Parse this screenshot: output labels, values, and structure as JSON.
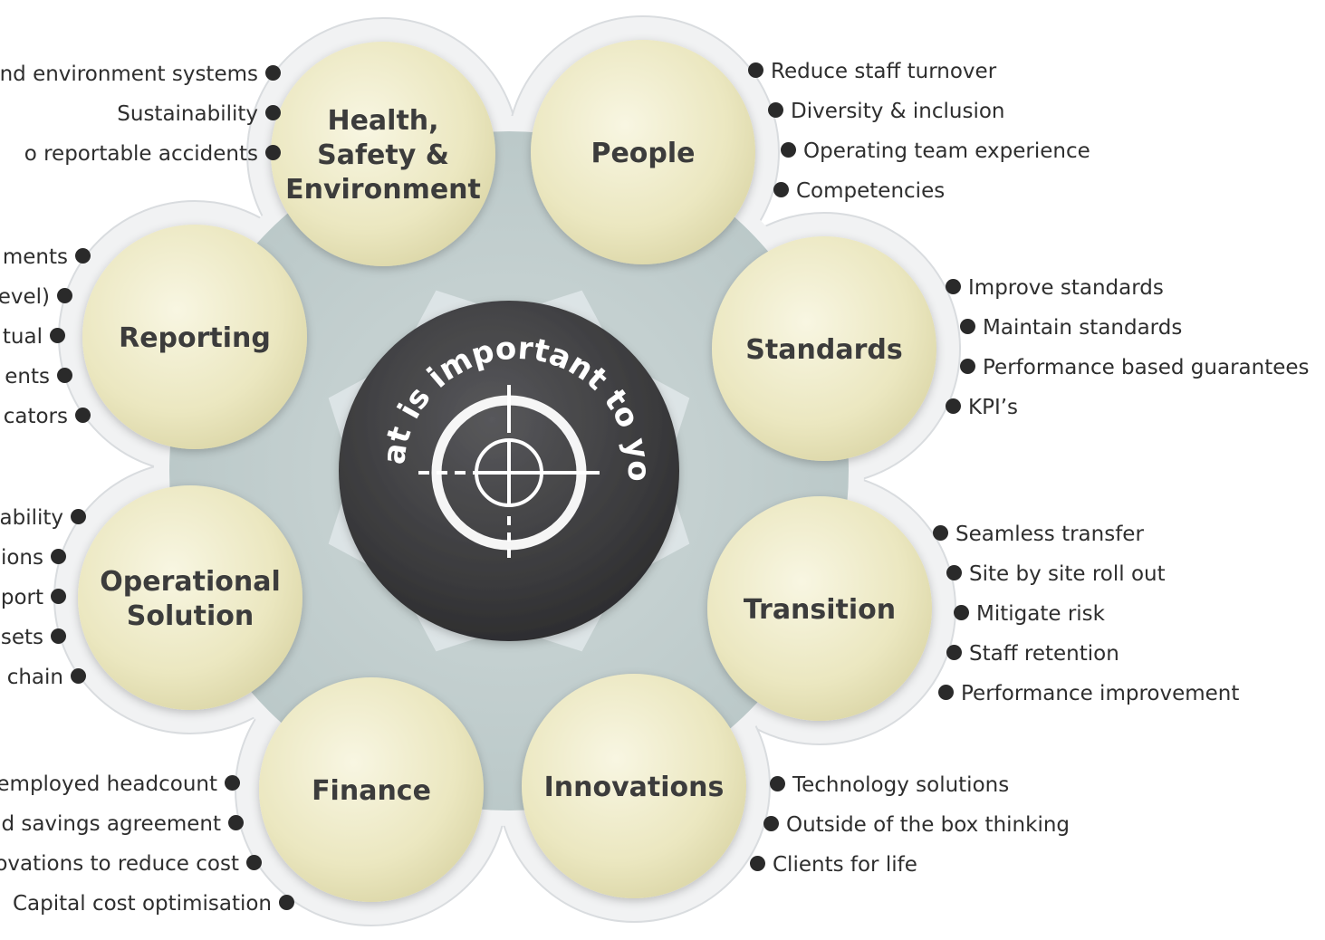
{
  "center": {
    "question": "What is important to you?"
  },
  "colors": {
    "node_fill": "#ece9c4",
    "hub_fill": "#3a3a3c",
    "backdrop": "#c2cfcf",
    "flower": "#f1f2f3",
    "arrow": "#dfe6e8"
  },
  "icons": {
    "hub": "crosshair-target-icon",
    "bullet": "bullet-dot-icon"
  },
  "nodes": [
    {
      "id": "hse",
      "title": "Health, Safety & Environment",
      "title_lines": [
        "Health,",
        "Safety &",
        "Environment"
      ],
      "items": [
        "nd environment systems",
        "Sustainability",
        "o reportable accidents"
      ]
    },
    {
      "id": "people",
      "title": "People",
      "title_lines": [
        "People"
      ],
      "items": [
        "Reduce staff turnover",
        "Diversity & inclusion",
        "Operating team experience",
        "Competencies"
      ]
    },
    {
      "id": "standards",
      "title": "Standards",
      "title_lines": [
        "Standards"
      ],
      "items": [
        "Improve standards",
        "Maintain standards",
        "Performance based guarantees",
        "KPI’s"
      ]
    },
    {
      "id": "transition",
      "title": "Transition",
      "title_lines": [
        "Transition"
      ],
      "items": [
        "Seamless transfer",
        "Site by site roll out",
        "Mitigate risk",
        "Staff retention",
        "Performance improvement"
      ]
    },
    {
      "id": "innovations",
      "title": "Innovations",
      "title_lines": [
        "Innovations"
      ],
      "items": [
        "Technology solutions",
        "Outside of the box thinking",
        "Clients for life"
      ]
    },
    {
      "id": "finance",
      "title": "Finance",
      "title_lines": [
        "Finance"
      ],
      "items": [
        "employed headcount",
        "d savings agreement",
        "ovations to reduce cost",
        "Capital cost optimisation"
      ]
    },
    {
      "id": "operational",
      "title": "Operational Solution",
      "title_lines": [
        "Operational",
        "Solution"
      ],
      "items": [
        "ability",
        "ions",
        "port",
        "sets",
        "chain"
      ]
    },
    {
      "id": "reporting",
      "title": "Reporting",
      "title_lines": [
        "Reporting"
      ],
      "items": [
        "ments",
        "evel)",
        "tual",
        "ents",
        "cators"
      ]
    }
  ]
}
